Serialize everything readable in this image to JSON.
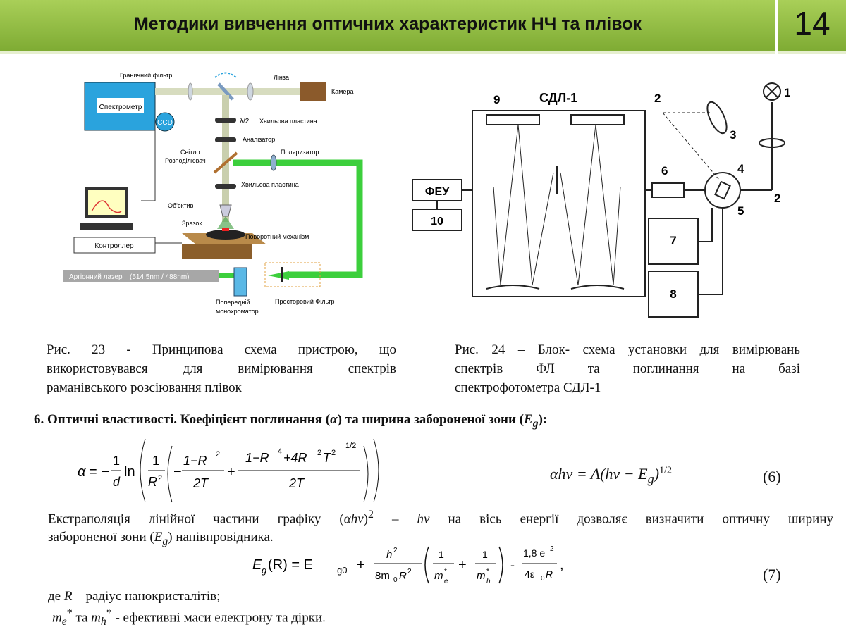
{
  "header": {
    "title": "Методики вивчення оптичних характеристик НЧ та плівок",
    "page_number": "14"
  },
  "figure23": {
    "labels": {
      "edge_filter": "Граничний фільтр",
      "lens": "Лінза",
      "camera": "Камера",
      "spectrometer": "Спектрометр",
      "ccd": "CCD",
      "half_wave_symbol": "λ/2",
      "half_wave": "Хвильова пластина",
      "analyzer": "Аналізатор",
      "beam_splitter_1": "Світло",
      "beam_splitter_2": "Розподілювач",
      "polarizer": "Поляризатор",
      "wave_plate": "Хвильова пластина",
      "objective": "Об'єктив",
      "sample": "Зразок",
      "rotary": "Поворотний механізм",
      "controller": "Контроллер",
      "laser": "Аргіонний лазер",
      "laser_wavelengths": "(514.5nm / 488nm)",
      "premono_1": "Попередній",
      "premono_2": "монохроматор",
      "spatial_filter": "Просторовий Фільтр"
    },
    "caption_lines": [
      "Рис. 23   -   Принципова схема пристрою, що",
      "використовувався для вимірювання спектрів",
      "раманівського розсіювання плівок"
    ]
  },
  "figure24": {
    "labels": {
      "sdl": "СДЛ-1",
      "n1": "1",
      "n2a": "2",
      "n2b": "2",
      "n3": "3",
      "n4": "4",
      "n5": "5",
      "n6": "6",
      "n7": "7",
      "n8": "8",
      "n9": "9",
      "n10": "10",
      "feu": "ФЕУ"
    },
    "caption_lines": [
      "Рис. 24 – Блок- схема установки для вимірювань",
      "спектрів   ФЛ   та   поглинання   на   базі",
      "спектрофотометра СДЛ-1"
    ]
  },
  "section": {
    "text_a": "6. Оптичні властивості. Коефіцієнт поглинання (",
    "alpha": "α",
    "text_b": ") та ширина забороненої зони (",
    "eg_E": "E",
    "eg_sub": "g",
    "text_c": "):"
  },
  "eq6": {
    "number": "(6)",
    "alpha": "α",
    "eq": "=",
    "minus": "−",
    "one": "1",
    "d": "d",
    "ln": "ln",
    "R2": "R",
    "two_T": "2T",
    "one_minus_R": "1−R",
    "sq": "2",
    "four": "4",
    "plus_4R2T2": "+4R",
    "T": "T",
    "half": "1/2",
    "right_side": "αhv = A(hv − E",
    "right_sub": "g",
    "right_end": ")",
    "right_pow": "1/2"
  },
  "para1": {
    "line1_a": "Екстраполяція лінійної частини графіку (",
    "alpha_hv": "αhv",
    "sup2": "2",
    "line1_b": " – ",
    "hv": "hv",
    "line1_c": " на вісь енергії дозволяє визначити оптичну ширину",
    "line2_a": "забороненої зони (",
    "Eg_E": "E",
    "Eg_sub": "g",
    "line2_b": ") напівпровідника."
  },
  "eq7": {
    "number": "(7)",
    "lhs": "E",
    "lhs_sub": "g",
    "lhs_arg": "(R) = E",
    "e0_sub": "g0",
    "plus": "+",
    "h2": "h",
    "sup2": "2",
    "den": "8m",
    "den_sub": "0",
    "den_R": "R",
    "one": "1",
    "me": "m",
    "me_sub": "e",
    "mh": "m",
    "mh_sub": "h",
    "star": "*",
    "dash": "-",
    "coef": "1,8 e",
    "den2": "4ε",
    "den2_sub": "0",
    "den2_R": "R",
    "comma": ","
  },
  "notes": {
    "line1_a": "де ",
    "R": "R",
    "line1_b": " – радіус нанокристалітів;",
    "me": "m",
    "me_sub": "e",
    "star": "*",
    "mid": " та ",
    "mh": "m",
    "mh_sub": "h",
    "line2_b": " - ефективні маси електрону та дірки."
  }
}
